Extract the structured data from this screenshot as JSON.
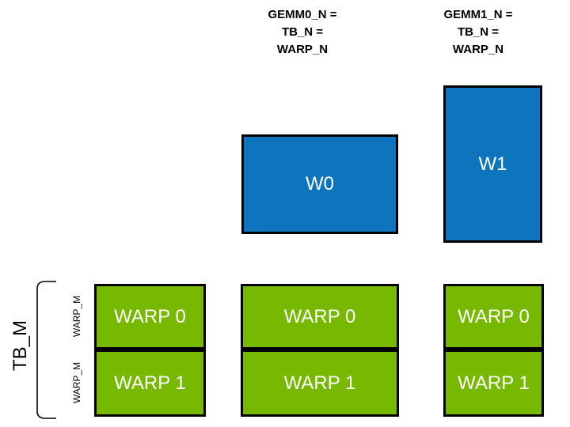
{
  "colors": {
    "blue": "#0E74BD",
    "green": "#76B900",
    "border": "#000000",
    "text": "#000000",
    "label": "#FFFFFF",
    "bg": "#FFFFFF"
  },
  "headers": {
    "gemm0": {
      "line1": "GEMM0_N =",
      "line2": "TB_N =",
      "line3": "WARP_N"
    },
    "gemm1": {
      "line1": "GEMM1_N =",
      "line2": "TB_N =",
      "line3": "WARP_N"
    }
  },
  "accumulators": {
    "w0": "W0",
    "w1": "W1"
  },
  "axis": {
    "tb_m": "TB_M",
    "warp_m_top": "WARP_M",
    "warp_m_bottom": "WARP_M"
  },
  "tiles": {
    "warp0": "WARP 0",
    "warp1": "WARP 1"
  }
}
